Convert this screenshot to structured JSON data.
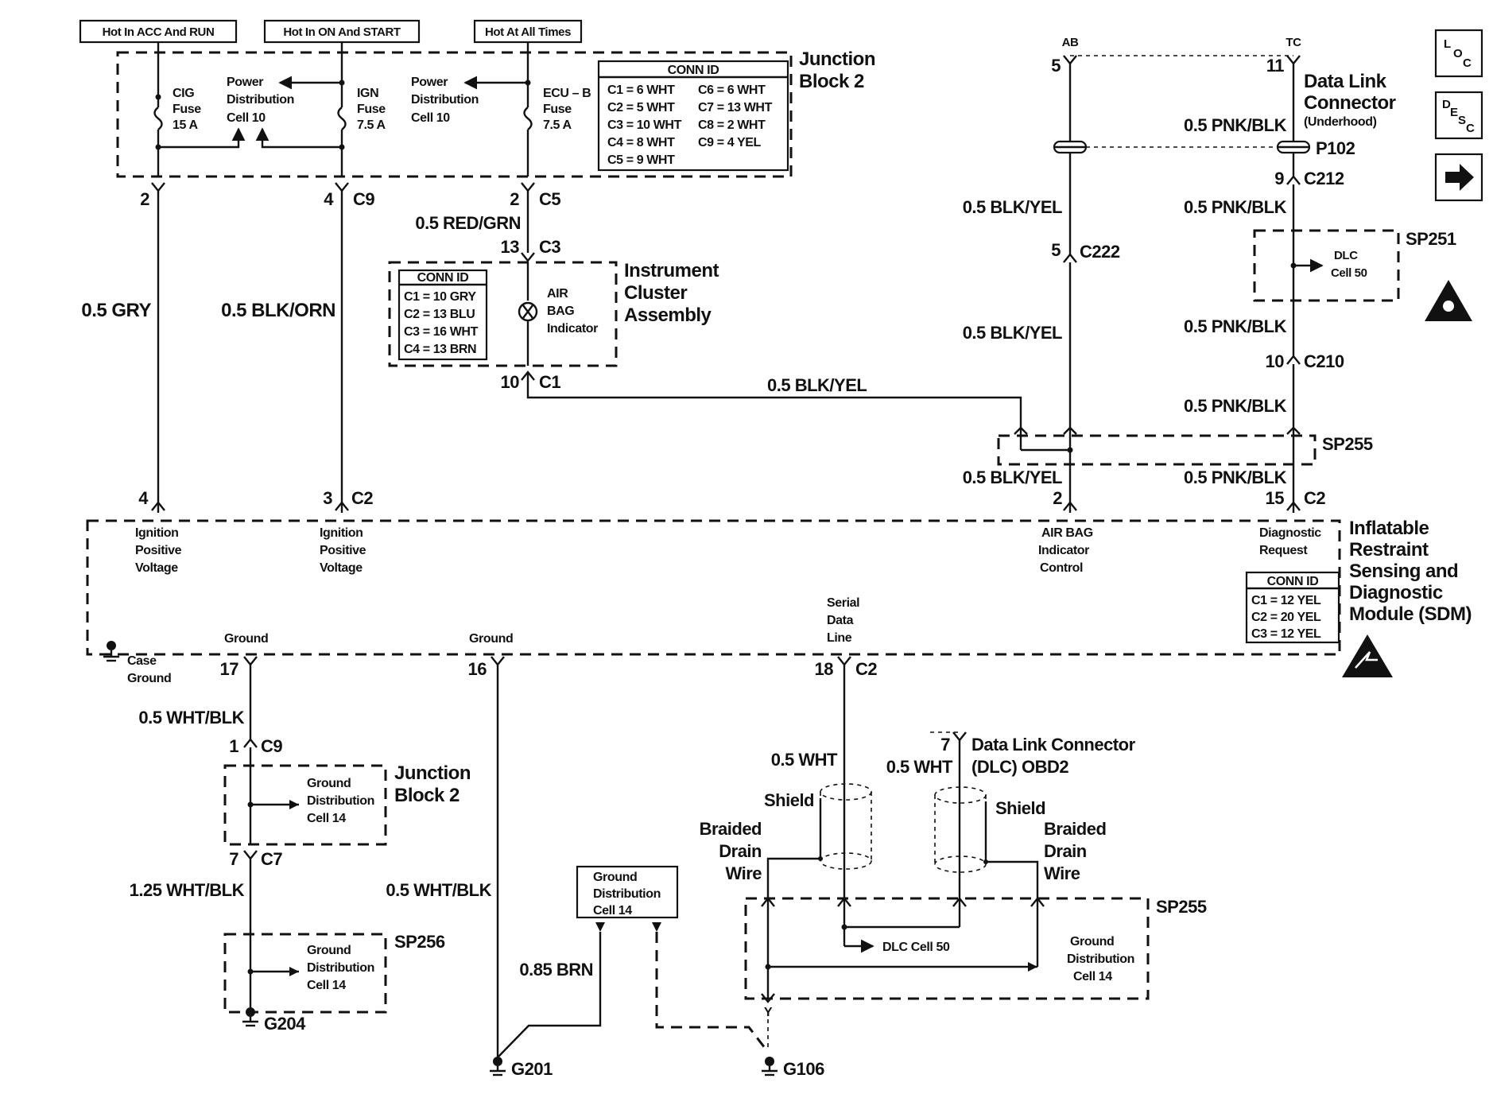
{
  "headers": {
    "acc_run": "Hot In ACC And RUN",
    "on_start": "Hot In ON And START",
    "all_times": "Hot At All Times"
  },
  "jb2_top": {
    "title_1": "Junction",
    "title_2": "Block 2",
    "cig_1": "CIG",
    "cig_2": "Fuse",
    "cig_3": "15 A",
    "pd_a_1": "Power",
    "pd_a_2": "Distribution",
    "pd_a_3": "Cell 10",
    "ign_1": "IGN",
    "ign_2": "Fuse",
    "ign_3": "7.5 A",
    "pd_b_1": "Power",
    "pd_b_2": "Distribution",
    "pd_b_3": "Cell 10",
    "ecu_1": "ECU – B",
    "ecu_2": "Fuse",
    "ecu_3": "7.5 A",
    "conn_title": "CONN ID",
    "conn_left": [
      "C1 = 6 WHT",
      "C2 = 5 WHT",
      "C3 = 10 WHT",
      "C4 = 8 WHT",
      "C5 = 9 WHT"
    ],
    "conn_right": [
      "C6 = 6 WHT",
      "C7 = 13 WHT",
      "C8 = 2 WHT",
      "C9 = 4 YEL"
    ]
  },
  "pins": {
    "p2": "2",
    "p4": "4",
    "c9": "C9",
    "p2b": "2",
    "c5": "C5",
    "p13": "13",
    "c3": "C3",
    "p10": "10",
    "c1": "C1",
    "p4b": "4",
    "p3": "3",
    "c2a": "C2",
    "ab": "AB",
    "tc": "TC",
    "p5": "5",
    "p11": "11",
    "p102": "P102",
    "p9": "9",
    "c212": "C212",
    "p5b": "5",
    "c222": "C222",
    "p10b": "10",
    "c210": "C210",
    "p2c": "2",
    "p15": "15",
    "c2b": "C2",
    "p17": "17",
    "p16": "16",
    "p18": "18",
    "c2c": "C2",
    "p1": "1",
    "c9b": "C9",
    "p7": "7",
    "c7": "C7",
    "p7b": "7"
  },
  "wires": {
    "gry": "0.5 GRY",
    "blk_orn": "0.5 BLK/ORN",
    "red_grn": "0.5 RED/GRN",
    "blk_yel_1": "0.5 BLK/YEL",
    "blk_yel_2": "0.5 BLK/YEL",
    "blk_yel_3": "0.5 BLK/YEL",
    "blk_yel_4": "0.5 BLK/YEL",
    "pnk_blk_1": "0.5 PNK/BLK",
    "pnk_blk_2": "0.5 PNK/BLK",
    "pnk_blk_3": "0.5 PNK/BLK",
    "pnk_blk_4": "0.5 PNK/BLK",
    "pnk_blk_5": "0.5 PNK/BLK",
    "wht_blk_1": "0.5 WHT/BLK",
    "wht_blk_125": "1.25 WHT/BLK",
    "wht_blk_2": "0.5 WHT/BLK",
    "brn": "0.85 BRN",
    "wht_1": "0.5 WHT",
    "wht_2": "0.5 WHT"
  },
  "cluster": {
    "title_1": "Instrument",
    "title_2": "Cluster",
    "title_3": "Assembly",
    "air_1": "AIR",
    "air_2": "BAG",
    "air_3": "Indicator",
    "conn_title": "CONN ID",
    "conn": [
      "C1 = 10 GRY",
      "C2 = 13 BLU",
      "C3 = 16 WHT",
      "C4 = 13 BRN"
    ]
  },
  "dlc_top": {
    "title_1": "Data Link",
    "title_2": "Connector",
    "title_3": "(Underhood)",
    "sp251": "SP251",
    "cell_1": "DLC",
    "cell_2": "Cell 50",
    "sp255": "SP255"
  },
  "sdm": {
    "title": [
      "Inflatable",
      "Restraint",
      "Sensing and",
      "Diagnostic",
      "Module (SDM)"
    ],
    "ign1": [
      "Ignition",
      "Positive",
      "Voltage"
    ],
    "ign2": [
      "Ignition",
      "Positive",
      "Voltage"
    ],
    "airbag": [
      "AIR BAG",
      "Indicator",
      "Control"
    ],
    "diag": [
      "Diagnostic",
      "Request"
    ],
    "serial": [
      "Serial",
      "Data",
      "Line"
    ],
    "ground_1": "Ground",
    "ground_2": "Ground",
    "case_1": "Case",
    "case_2": "Ground",
    "conn_title": "CONN ID",
    "conn": [
      "C1 = 12 YEL",
      "C2 = 20 YEL",
      "C3 = 12 YEL"
    ]
  },
  "bottom": {
    "jb2_1": "Junction",
    "jb2_2": "Block 2",
    "gd_a": [
      "Ground",
      "Distribution",
      "Cell 14"
    ],
    "sp256": "SP256",
    "gd_b": [
      "Ground",
      "Distribution",
      "Cell 14"
    ],
    "g204": "G204",
    "g201": "G201",
    "g106": "G106",
    "gd_c": [
      "Ground",
      "Distribution",
      "Cell 14"
    ],
    "dlc_1": "Data Link Connector",
    "dlc_2": "(DLC) OBD2",
    "shield_1": "Shield",
    "shield_2": "Shield",
    "bdw_1": [
      "Braided",
      "Drain",
      "Wire"
    ],
    "bdw_2": [
      "Braided",
      "Drain",
      "Wire"
    ],
    "sp255": "SP255",
    "dlc_cell": "DLC Cell 50",
    "gd_d": [
      "Ground",
      "Distribution",
      "Cell 14"
    ],
    "y": "Y"
  },
  "side_icons": {
    "loc": "L",
    "loc_sub1": "O",
    "loc_sub2": "C",
    "desc_1": "D",
    "desc_2": "E",
    "desc_3": "S",
    "desc_4": "C"
  }
}
